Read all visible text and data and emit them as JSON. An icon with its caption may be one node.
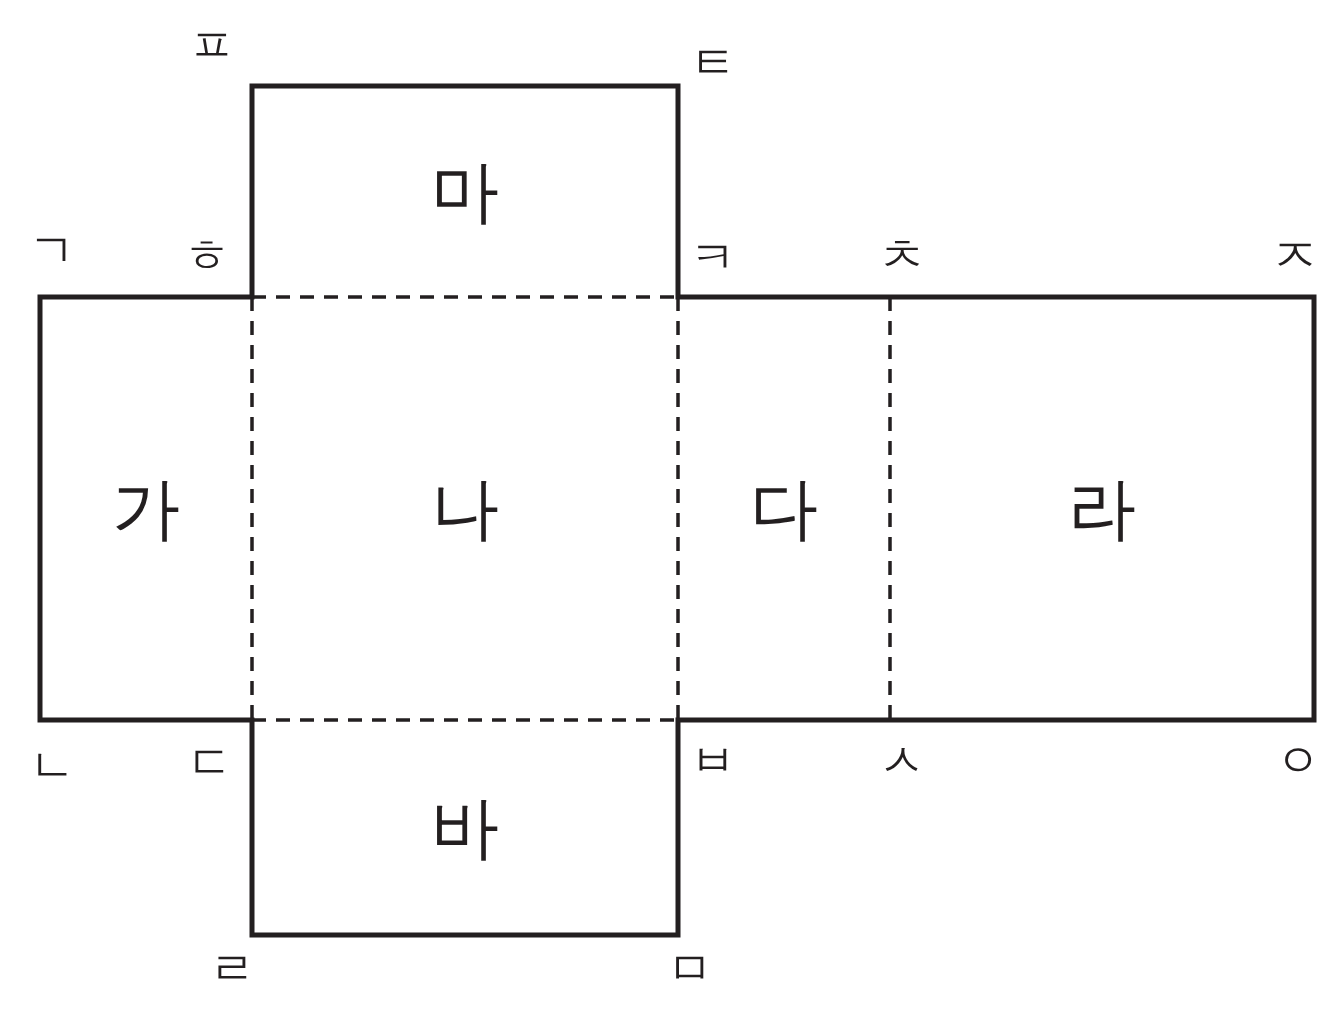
{
  "diagram": {
    "nodes": [
      {
        "text": [
          "가"
        ]
      },
      {
        "text": [
          "나"
        ]
      },
      {
        "text": [
          "다"
        ]
      },
      {
        "text": [
          "라"
        ]
      },
      {
        "text": [
          "마"
        ]
      },
      {
        "text": [
          "바"
        ]
      }
    ],
    "labels": [
      "ㅍ",
      "ㅌ",
      "ㄱ",
      "ㅎ",
      "ㅋ",
      "ㅊ",
      "ㅈ",
      "ㄴ",
      "ㄷ",
      "ㅂ",
      "ㅅ",
      "ㅇ",
      "ㄹ",
      "ㅁ"
    ]
  }
}
